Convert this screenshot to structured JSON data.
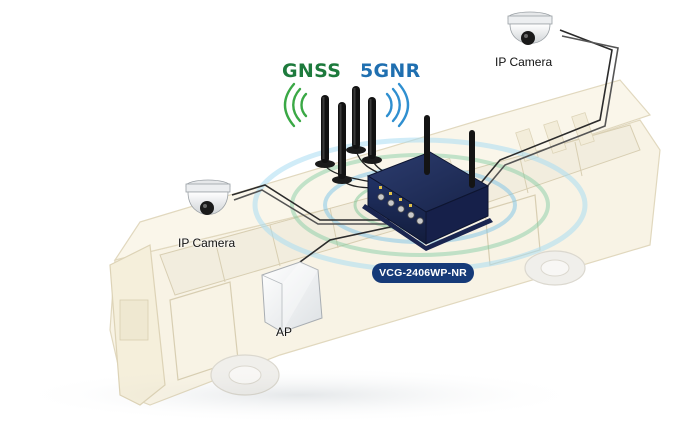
{
  "labels": {
    "gnss": "GNSS",
    "five_gnr": "5GNR",
    "camera_top_right": "IP Camera",
    "camera_left": "IP Camera",
    "access_point": "AP",
    "device_model": "VCG-2406WP-NR"
  },
  "colors": {
    "gnss": "#1d7a3c",
    "five_gnr": "#1f6fb0",
    "badge": "#163a78",
    "router": "#1c2a52",
    "bus_body": "#efe3b0",
    "signal_rings": "#7cc4e8"
  },
  "icons": [
    "bus-outline",
    "router-device",
    "antenna",
    "camera-dome",
    "access-point",
    "wireless-signal-icon"
  ]
}
